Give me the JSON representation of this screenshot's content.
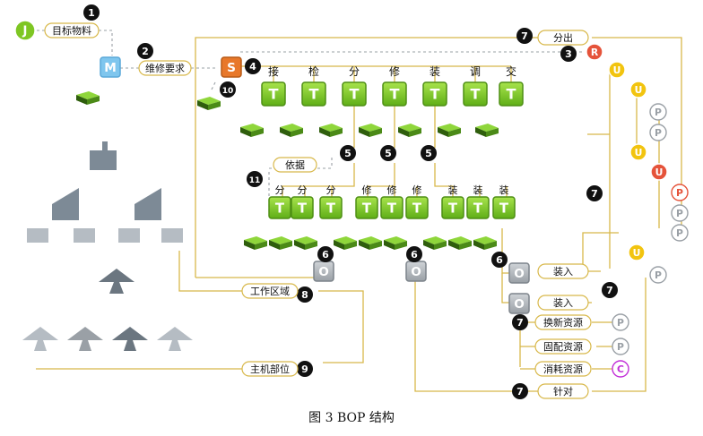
{
  "caption": "图 3   BOP 结构",
  "labels": {
    "target_material": "目标物料",
    "maintenance_req": "维修要求",
    "basis": "依据",
    "work_area": "工作区域",
    "host_position": "主机部位",
    "split_out": "分出",
    "assemble_in_1": "装入",
    "assemble_in_2": "装入",
    "renew_resource": "换新资源",
    "fixed_resource": "固配资源",
    "consume_resource": "消耗资源",
    "target_for": "针对"
  },
  "top_ops": [
    "接",
    "检",
    "分",
    "修",
    "装",
    "调",
    "交"
  ],
  "sub_ops": [
    "分",
    "分",
    "分",
    "修",
    "修",
    "修",
    "装",
    "装",
    "装"
  ],
  "node_letters": {
    "J": "J",
    "M": "M",
    "S": "S",
    "T": "T",
    "O": "O",
    "R": "R",
    "U": "U",
    "P": "P",
    "C": "C"
  },
  "markers": [
    "1",
    "2",
    "3",
    "4",
    "5",
    "6",
    "7",
    "8",
    "9",
    "10",
    "11"
  ],
  "colors": {
    "green": "#7ec623",
    "green_dark": "#4e8f14",
    "orange": "#e8782a",
    "blue": "#7fc6ee",
    "yellow": "#f2c40f",
    "gray": "#9aa0a6",
    "red": "#e5533a",
    "purple": "#c22fd8",
    "line": "#d9b94a"
  }
}
